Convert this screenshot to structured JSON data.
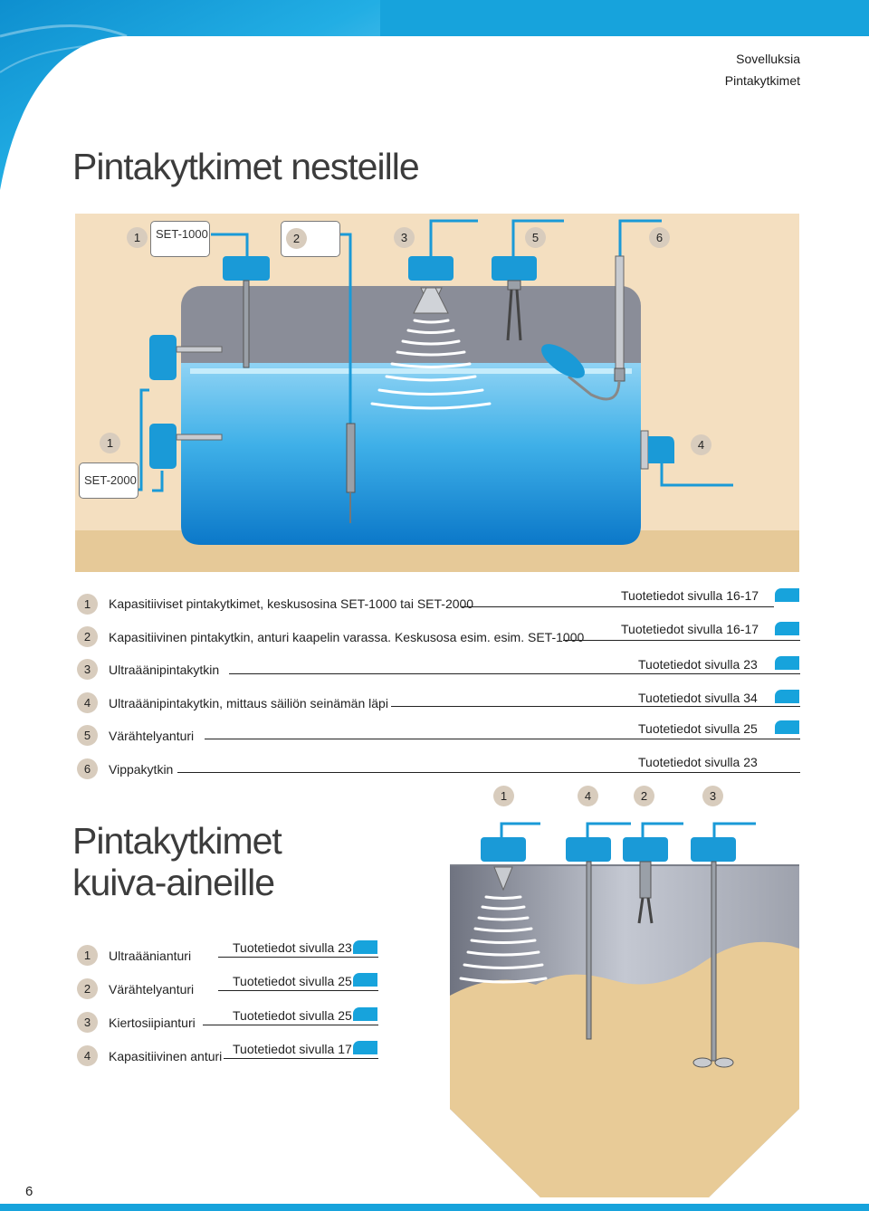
{
  "header": {
    "section": "Sovelluksia",
    "subsection": "Pintakytkimet"
  },
  "liquids": {
    "title": "Pintakytkimet nesteille",
    "diagram": {
      "top_labels": [
        {
          "num": "1",
          "text": "SET-1000"
        },
        {
          "num": "2",
          "text": ""
        },
        {
          "num": "3",
          "text": ""
        },
        {
          "num": "5",
          "text": ""
        },
        {
          "num": "6",
          "text": ""
        }
      ],
      "side_labels": [
        {
          "num": "1",
          "text": "SET-2000"
        },
        {
          "num": "4",
          "text": ""
        }
      ]
    },
    "items": [
      {
        "num": "1",
        "text": "Kapasitiiviset pintakytkimet, keskusosina SET-1000 tai SET-2000",
        "ref": "Tuotetiedot sivulla 16-17"
      },
      {
        "num": "2",
        "text": "Kapasitiivinen pintakytkin, anturi kaapelin varassa. Keskusosa esim. esim. SET-1000",
        "ref": "Tuotetiedot sivulla 16-17"
      },
      {
        "num": "3",
        "text": "Ultraäänipintakytkin",
        "ref": "Tuotetiedot sivulla 23"
      },
      {
        "num": "4",
        "text": "Ultraäänipintakytkin, mittaus säiliön seinämän läpi",
        "ref": "Tuotetiedot sivulla 34"
      },
      {
        "num": "5",
        "text": "Värähtelyanturi",
        "ref": "Tuotetiedot sivulla 25"
      },
      {
        "num": "6",
        "text": "Vippakytkin",
        "ref": "Tuotetiedot sivulla 23"
      }
    ]
  },
  "solids": {
    "title_line1": "Pintakytkimet",
    "title_line2": "kuiva-aineille",
    "diagram": {
      "top_nums": [
        "1",
        "4",
        "2",
        "3"
      ]
    },
    "items": [
      {
        "num": "1",
        "text": "Ultraäänianturi",
        "ref": "Tuotetiedot sivulla 23"
      },
      {
        "num": "2",
        "text": "Värähtelyanturi",
        "ref": "Tuotetiedot sivulla 25"
      },
      {
        "num": "3",
        "text": "Kiertosiipianturi",
        "ref": "Tuotetiedot sivulla 25"
      },
      {
        "num": "4",
        "text": "Kapasitiivinen anturi",
        "ref": "Tuotetiedot sivulla 17"
      }
    ]
  },
  "footer": {
    "page": "6"
  },
  "colors": {
    "accent": "#17a3dc",
    "sand": "#f4dfc0",
    "ground": "#e6c998",
    "tank_gray": "#8a8d98",
    "badge": "#d8ccbd"
  }
}
